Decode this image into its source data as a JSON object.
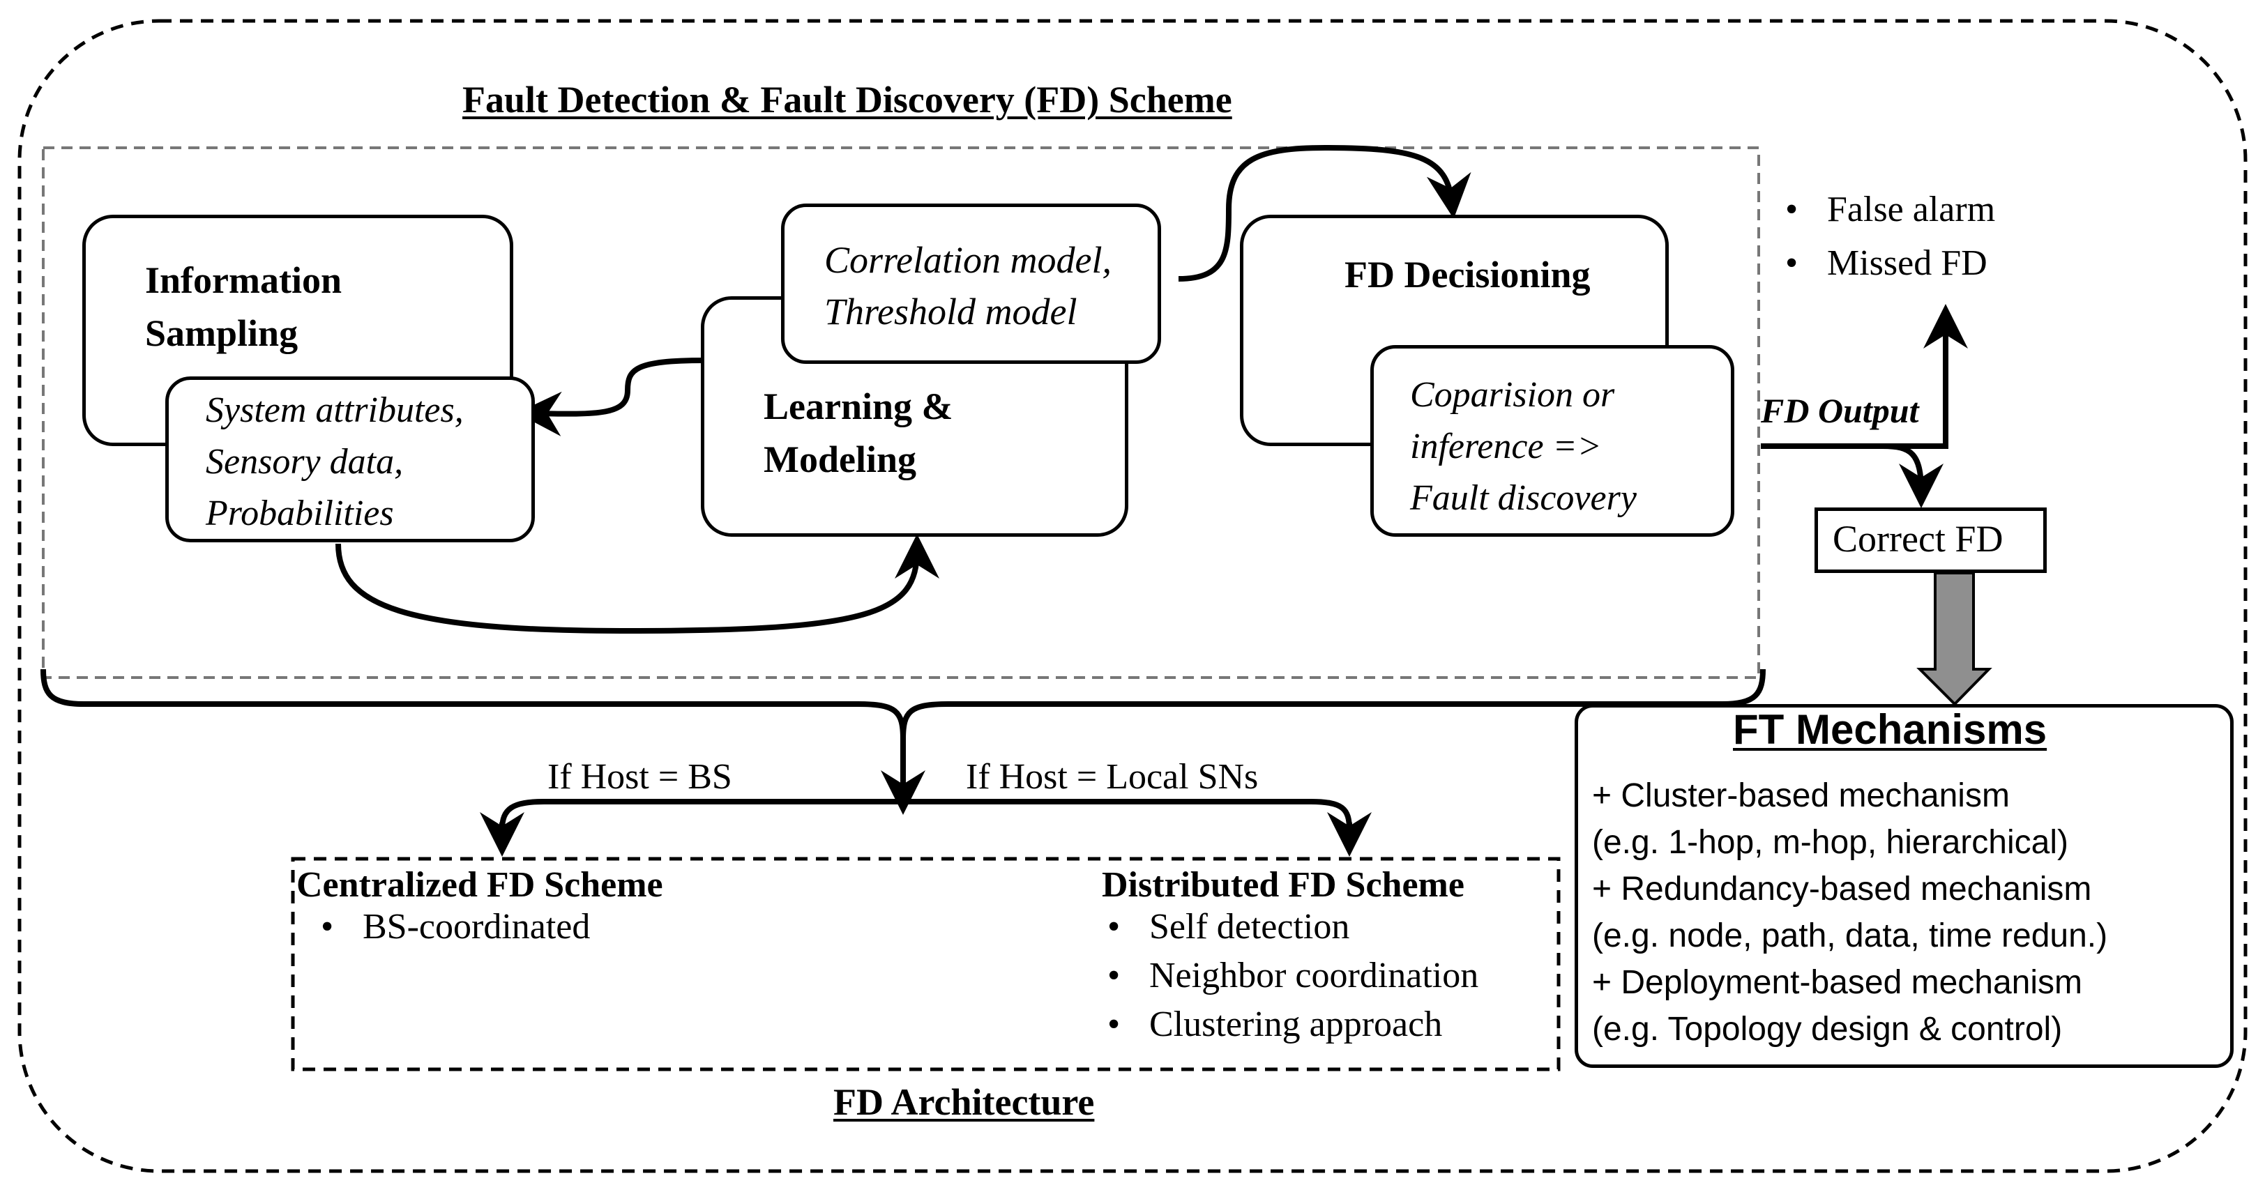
{
  "scheme": {
    "title": "Fault Detection & Fault Discovery (FD) Scheme",
    "info_sampling": {
      "title": [
        "Information",
        "Sampling"
      ],
      "data": [
        "System attributes,",
        "Sensory data,",
        "Probabilities"
      ]
    },
    "learning": {
      "title": [
        "Learning &",
        "Modeling"
      ],
      "models": [
        "Correlation model,",
        "Threshold model"
      ]
    },
    "decision": {
      "title": "FD Decisioning",
      "detail": [
        "Coparision or",
        "inference =>",
        "Fault discovery"
      ]
    }
  },
  "output": {
    "label": "FD Output",
    "errors": [
      "False alarm",
      "Missed FD"
    ],
    "correct": "Correct FD"
  },
  "ft": {
    "title": "FT Mechanisms",
    "lines": [
      "+ Cluster-based mechanism",
      "(e.g. 1-hop, m-hop, hierarchical)",
      "+ Redundancy-based mechanism",
      "(e.g. node, path, data, time redun.)",
      "+ Deployment-based  mechanism",
      "(e.g. Topology design & control)"
    ]
  },
  "architecture": {
    "title": "FD Architecture",
    "branch_bs": "If Host = BS",
    "branch_local": "If Host = Local SNs",
    "centralized": {
      "title": "Centralized FD Scheme",
      "items": [
        "BS-coordinated"
      ]
    },
    "distributed": {
      "title": "Distributed FD Scheme",
      "items": [
        "Self detection",
        "Neighbor coordination",
        "Clustering approach"
      ]
    }
  }
}
